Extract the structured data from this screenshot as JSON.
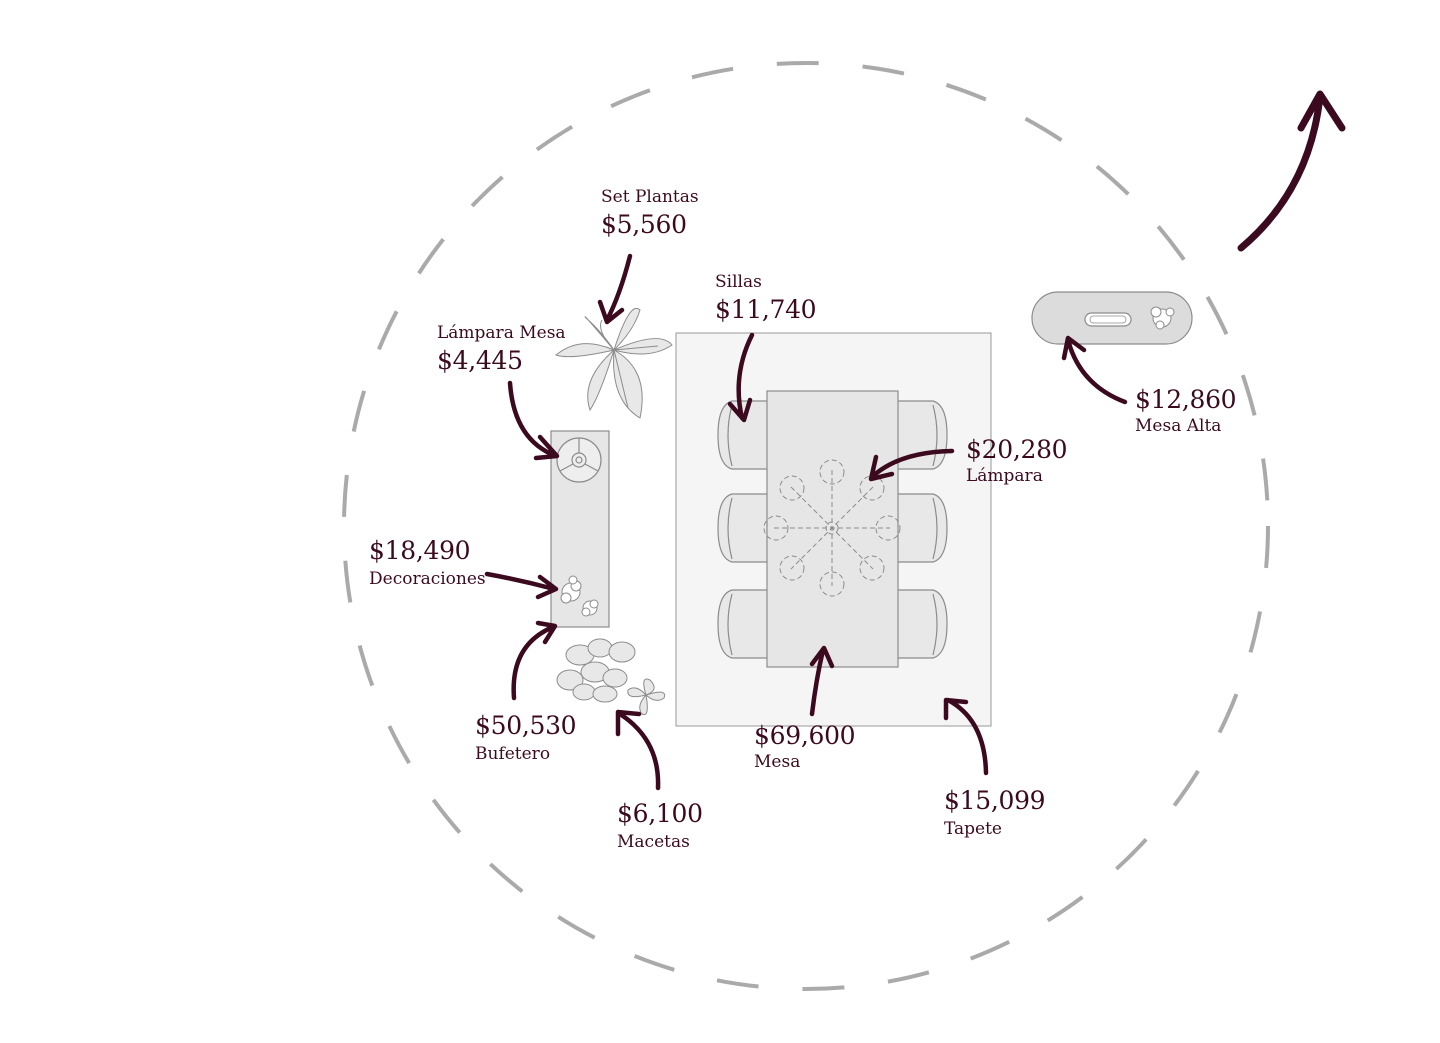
{
  "colors": {
    "accent": "#3c0a1e",
    "furniture_fill": "#e6e6e6",
    "furniture_stroke": "#8c8c8c",
    "rug_fill": "#f5f5f5",
    "circle": "#aaaaaa"
  },
  "items": {
    "set_plantas": {
      "name": "Set Plantas",
      "price": "$5,560"
    },
    "sillas": {
      "name": "Sillas",
      "price": "$11,740"
    },
    "lampara_mesa": {
      "name": "Lámpara Mesa",
      "price": "$4,445"
    },
    "mesa_alta": {
      "name": "Mesa Alta",
      "price": "$12,860"
    },
    "lampara": {
      "name": "Lámpara",
      "price": "$20,280"
    },
    "decoraciones": {
      "name": "Decoraciones",
      "price": "$18,490"
    },
    "bufetero": {
      "name": "Bufetero",
      "price": "$50,530"
    },
    "mesa": {
      "name": "Mesa",
      "price": "$69,600"
    },
    "macetas": {
      "name": "Macetas",
      "price": "$6,100"
    },
    "tapete": {
      "name": "Tapete",
      "price": "$15,099"
    }
  }
}
